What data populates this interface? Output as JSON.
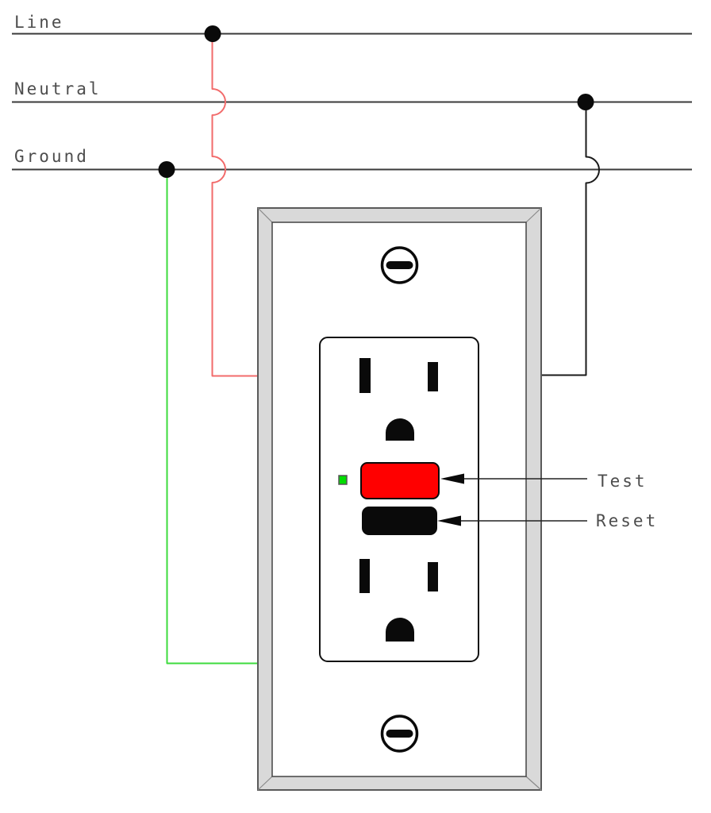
{
  "bus": {
    "line_label": "Line",
    "neutral_label": "Neutral",
    "ground_label": "Ground"
  },
  "callouts": {
    "test_label": "Test",
    "reset_label": "Reset"
  },
  "colors": {
    "text": "#4d4d4d",
    "bus_line": "#3a3a3a",
    "hot_wire": "#f26b6b",
    "neutral_wire": "#1a1a1a",
    "ground_wire": "#3ddb3d",
    "junction_dot": "#0a0a0a",
    "test_button": "#ff0000",
    "reset_button": "#0a0a0a",
    "indicator_led": "#00dd00",
    "plate_fill": "#d9d9d9"
  }
}
